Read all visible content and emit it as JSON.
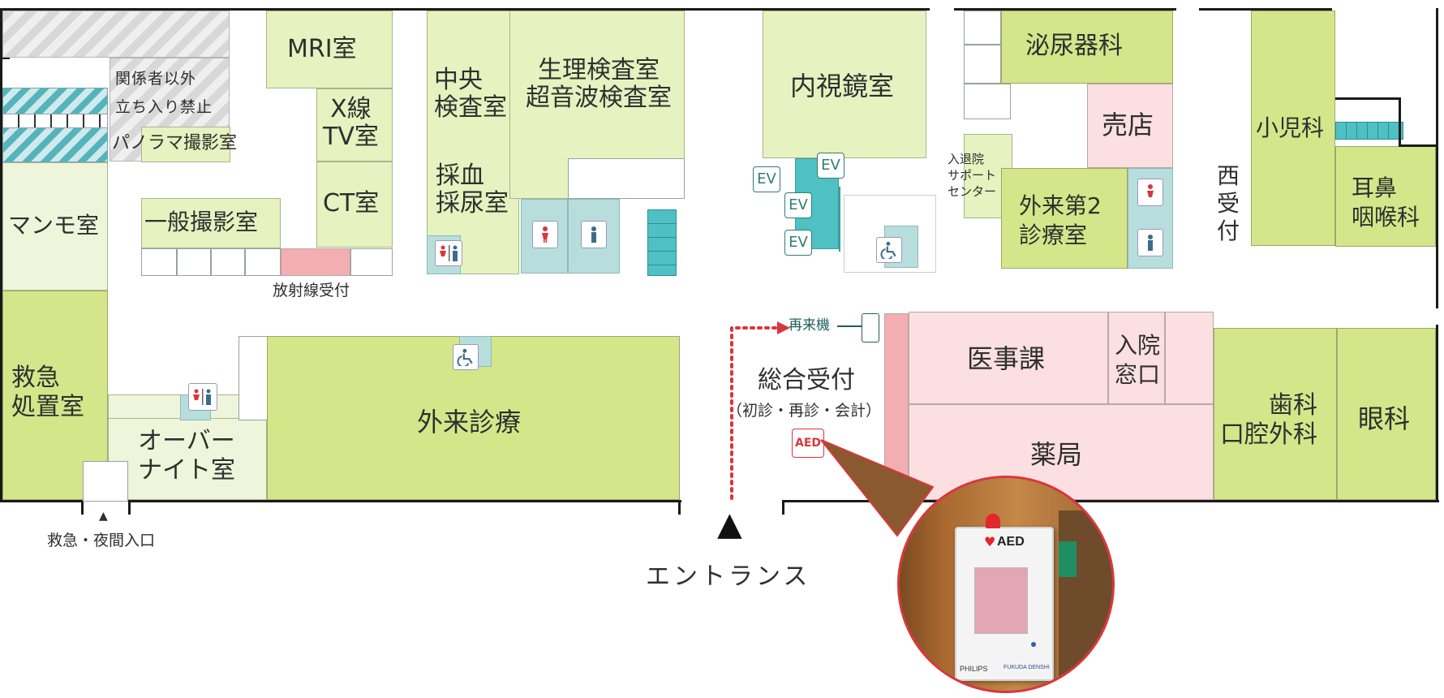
{
  "rooms": {
    "mri": "MRI室",
    "xray_tv": "X線\nTV室",
    "ct": "CT室",
    "restricted": "関係者以外\n立ち入り禁止",
    "panorama": "パノラマ撮影室",
    "mammo": "マンモ室",
    "general_xray": "一般撮影室",
    "radiology_reception": "放射線受付",
    "central_lab": "中央\n検査室",
    "blood_urine": "採血\n採尿室",
    "physio_lab": "生理検査室\n超音波検査室",
    "endoscopy": "内視鏡室",
    "urology": "泌尿器科",
    "shop": "売店",
    "admission_support": "入退院\nサポート\nセンター",
    "outpatient2": "外来第2\n診療室",
    "west_reception": "西\n受\n付",
    "pediatrics": "小児科",
    "ent": "耳鼻\n咽喉科",
    "emergency": "救急\n処置室",
    "overnight": "オーバー\nナイト室",
    "outpatient": "外来診療",
    "medical_affairs": "医事課",
    "admission_window": "入院\n窓口",
    "general_reception": "総合受付",
    "general_reception_sub": "（初診・再診・会計）",
    "pharmacy": "薬局",
    "dental": "歯科\n口腔外科",
    "ophthalmology": "眼科"
  },
  "labels": {
    "ev": "EV",
    "revisit_machine": "再来機",
    "aed": "AED",
    "emergency_entrance": "救急・夜間入口",
    "entrance": "エントランス"
  },
  "photo": {
    "cabinet_title": "AED",
    "brand_left": "PHILIPS",
    "brand_right": "FUKUDA DENSHI"
  },
  "colors": {
    "green": "#d5e68a",
    "light_green": "#e6f2bf",
    "pink": "#fbdfe1",
    "teal": "#b7dedd",
    "accent_red": "#d9363e"
  }
}
